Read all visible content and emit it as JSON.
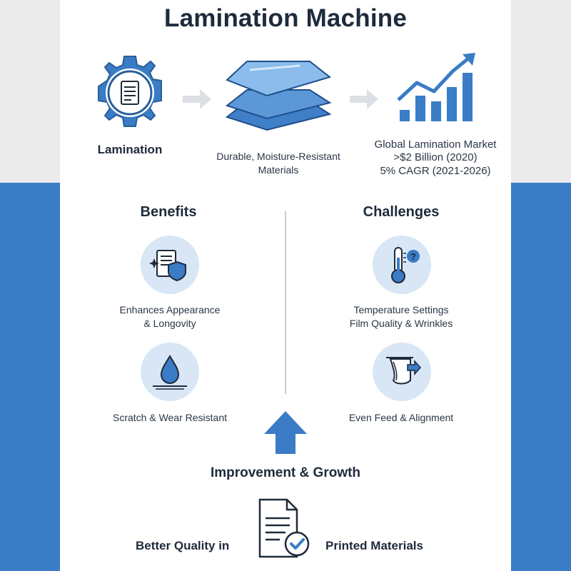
{
  "title": "Lamination Machine",
  "top_flow": {
    "step1_label": "Lamination",
    "step2_label_line1": "Durable, Moisture-Resistant",
    "step2_label_line2": "Materials",
    "step3_label_line1": "Global Lamination Market",
    "step3_label_line2": ">$2 Billion (2020)",
    "step3_label_line3": "5% CAGR (2021-2026)"
  },
  "benefits": {
    "heading": "Benefits",
    "item1_line1": "Enhances Appearance",
    "item1_line2": "& Longovity",
    "item2_line1": "Scratch & Wear Resistant"
  },
  "challenges": {
    "heading": "Challenges",
    "item1_line1": "Temperature Settings",
    "item1_line2": "Film Quality & Wrinkles",
    "item2_line1": "Even Feed & Alignment"
  },
  "growth": {
    "heading": "Improvement & Growth",
    "left_label": "Better Quality in",
    "right_label": "Printed Materials"
  },
  "colors": {
    "accent_blue": "#3a7cc5",
    "light_blue": "#d8e6f5",
    "dark_text": "#1f2a3a"
  },
  "icons": [
    "gear-document-icon",
    "laminated-sheets-icon",
    "growth-chart-icon",
    "document-shield-icon",
    "water-drop-icon",
    "thermometer-question-icon",
    "paper-feed-icon",
    "up-arrow-icon",
    "document-check-icon"
  ]
}
